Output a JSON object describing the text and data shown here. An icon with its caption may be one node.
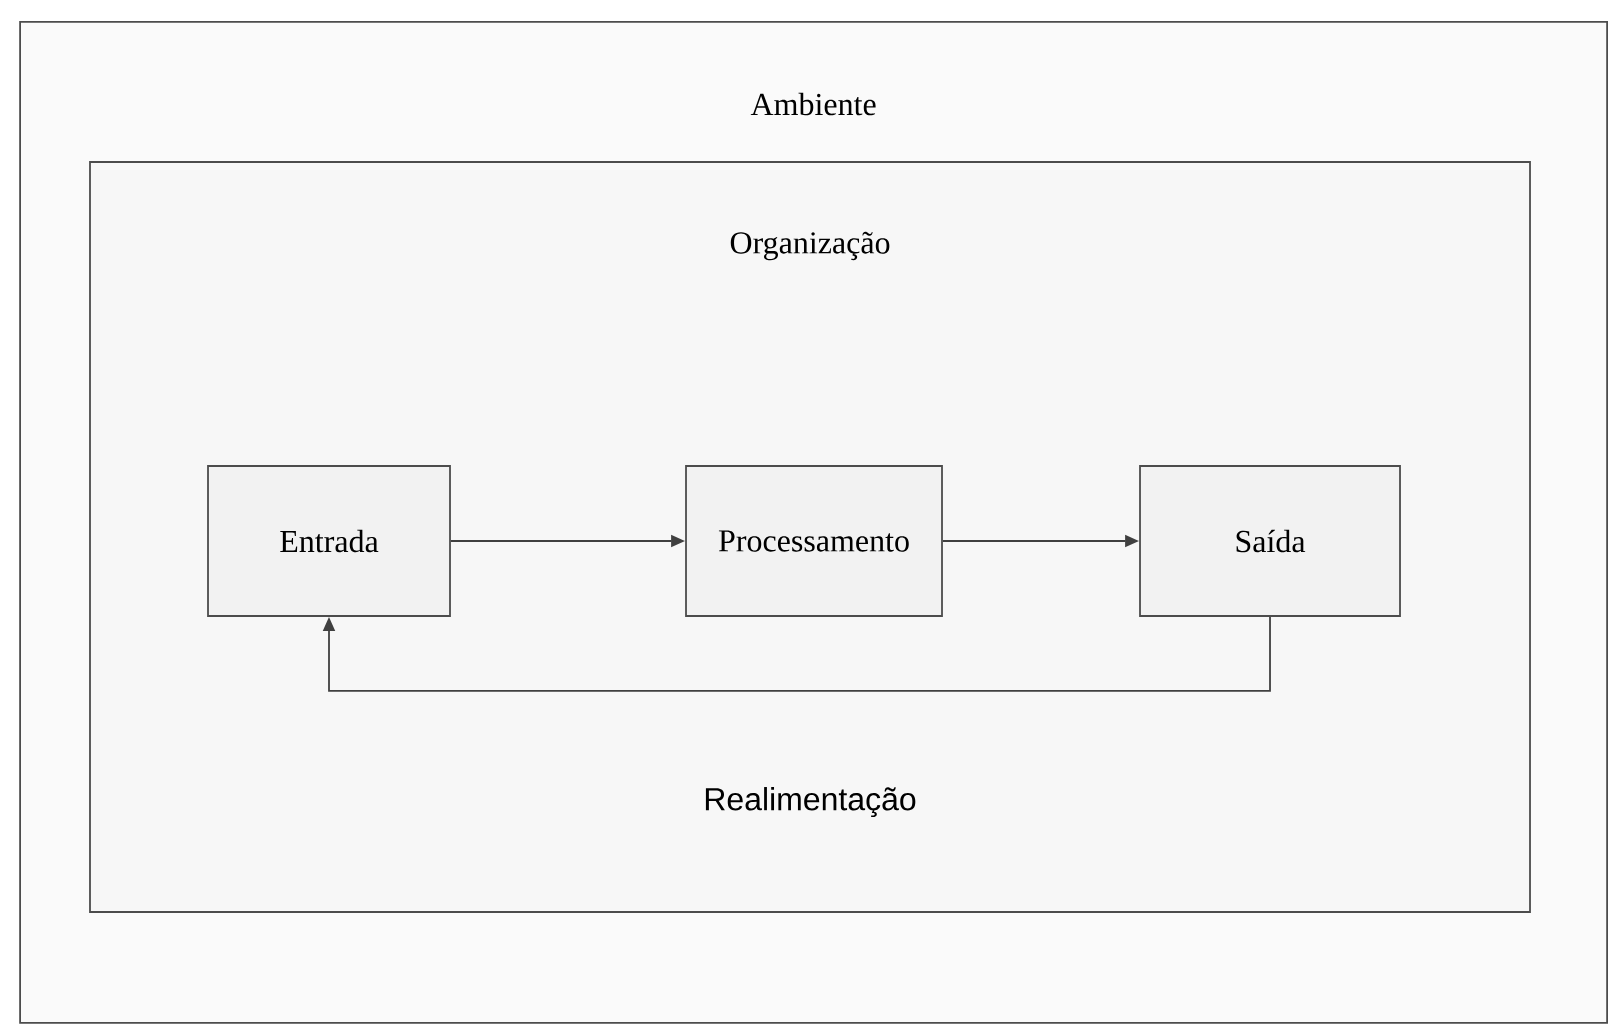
{
  "diagram": {
    "nodes": [
      {
        "text": [
          "Ambiente"
        ]
      },
      {
        "text": [
          "Organização"
        ],
        "in": 0
      },
      {
        "text": [
          "Entrada"
        ],
        "in": 1
      },
      {
        "text": [
          "Processamento"
        ],
        "in": 1
      },
      {
        "text": [
          "Saída"
        ],
        "in": 1
      }
    ],
    "edges": [
      {
        "from": 2,
        "to": 3,
        "arrow": "to"
      },
      {
        "from": 3,
        "to": 4,
        "arrow": "to"
      },
      {
        "from": 4,
        "to": 2,
        "arrow": "to",
        "label": "Realimentação"
      }
    ]
  }
}
